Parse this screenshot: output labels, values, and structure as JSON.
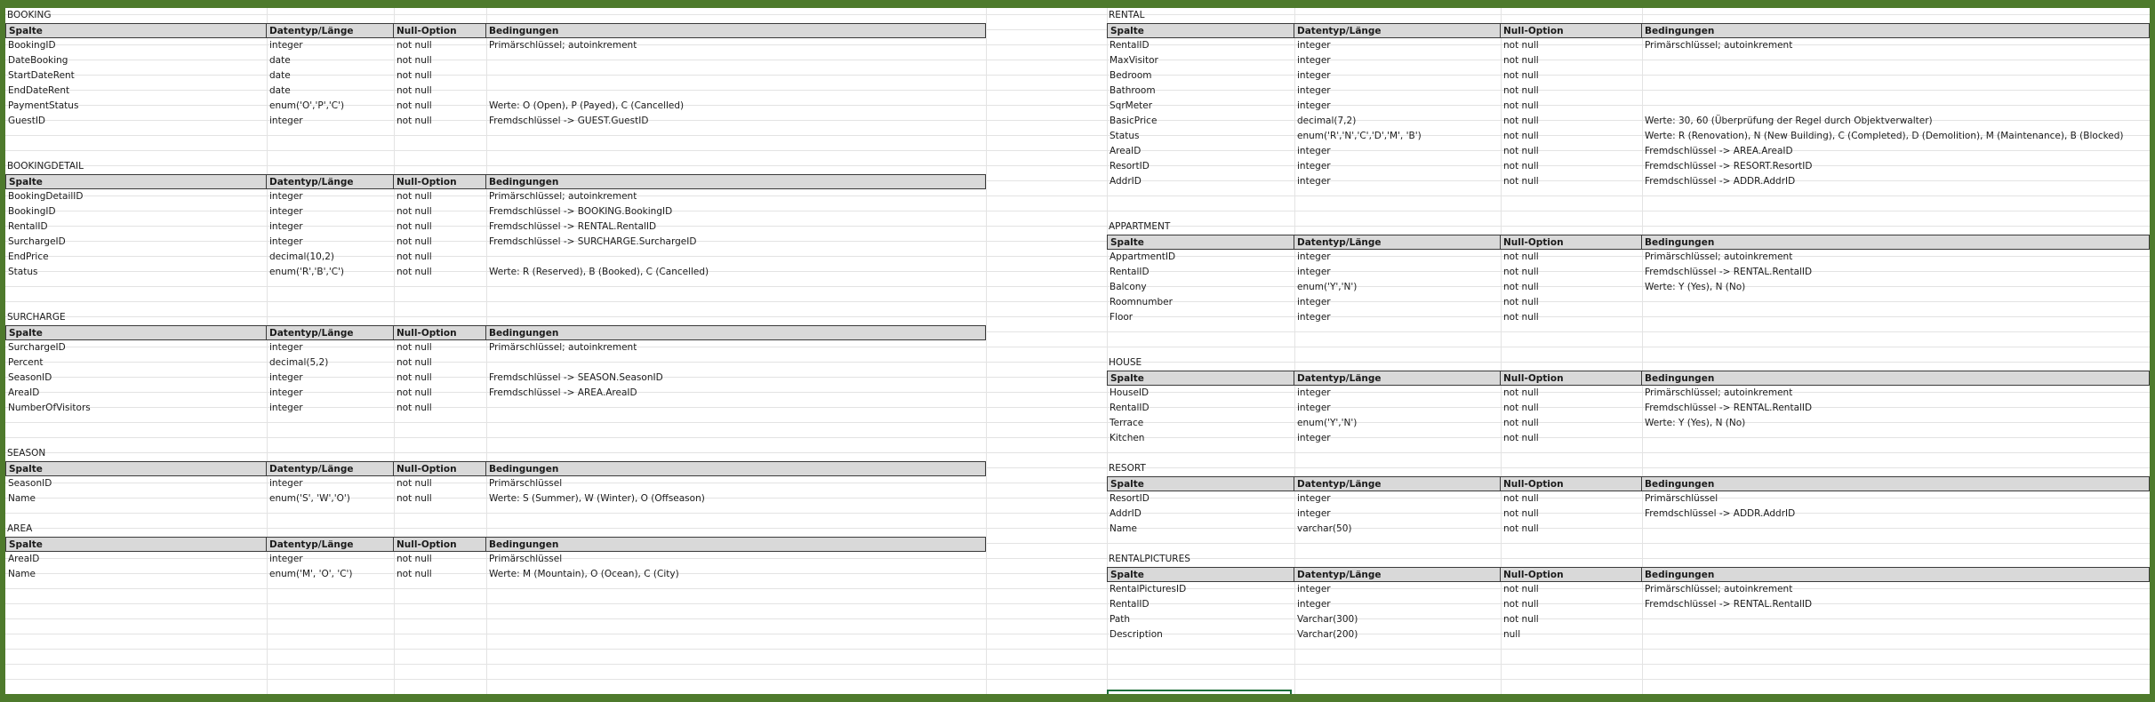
{
  "header": {
    "spalte": "Spalte",
    "datentyp": "Datentyp/Länge",
    "null_option": "Null-Option",
    "bedingungen": "Bedingungen"
  },
  "tables_left": [
    {
      "name": "BOOKING",
      "rows": [
        [
          "BookingID",
          "integer",
          "not null",
          "Primärschlüssel; autoinkrement"
        ],
        [
          "DateBooking",
          "date",
          "not null",
          ""
        ],
        [
          "StartDateRent",
          "date",
          "not null",
          ""
        ],
        [
          "EndDateRent",
          "date",
          "not null",
          ""
        ],
        [
          "PaymentStatus",
          "enum('O','P','C')",
          "not null",
          "Werte: O (Open), P (Payed), C (Cancelled)"
        ],
        [
          "GuestID",
          "integer",
          "not null",
          "Fremdschlüssel -> GUEST.GuestID"
        ]
      ]
    },
    {
      "name": "BOOKINGDETAIL",
      "rows": [
        [
          "BookingDetailID",
          "integer",
          "not null",
          "Primärschlüssel; autoinkrement"
        ],
        [
          "BookingID",
          "integer",
          "not null",
          "Fremdschlüssel -> BOOKING.BookingID"
        ],
        [
          "RentalID",
          "integer",
          "not null",
          "Fremdschlüssel -> RENTAL.RentalID"
        ],
        [
          "SurchargeID",
          "integer",
          "not null",
          "Fremdschlüssel -> SURCHARGE.SurchargeID"
        ],
        [
          "EndPrice",
          "decimal(10,2)",
          "not null",
          ""
        ],
        [
          "Status",
          "enum('R','B','C')",
          "not null",
          "Werte: R (Reserved), B (Booked), C (Cancelled)"
        ]
      ]
    },
    {
      "name": "SURCHARGE",
      "rows": [
        [
          "SurchargeID",
          "integer",
          "not null",
          "Primärschlüssel; autoinkrement"
        ],
        [
          "Percent",
          "decimal(5,2)",
          "not null",
          ""
        ],
        [
          "SeasonID",
          "integer",
          "not null",
          "Fremdschlüssel -> SEASON.SeasonID"
        ],
        [
          "AreaID",
          "integer",
          "not null",
          "Fremdschlüssel -> AREA.AreaID"
        ],
        [
          "NumberOfVisitors",
          "integer",
          "not null",
          ""
        ]
      ]
    },
    {
      "name": "SEASON",
      "rows": [
        [
          "SeasonID",
          "integer",
          "not null",
          "Primärschlüssel"
        ],
        [
          "Name",
          "enum('S', 'W','O')",
          "not null",
          "Werte: S (Summer), W (Winter), O (Offseason)"
        ]
      ]
    },
    {
      "name": "AREA",
      "rows": [
        [
          "AreaID",
          "integer",
          "not null",
          "Primärschlüssel"
        ],
        [
          "Name",
          "enum('M', 'O', 'C')",
          "not null",
          "Werte: M (Mountain), O (Ocean), C (City)"
        ]
      ]
    }
  ],
  "tables_right": [
    {
      "name": "RENTAL",
      "rows": [
        [
          "RentalID",
          "integer",
          "not null",
          "Primärschlüssel; autoinkrement"
        ],
        [
          "MaxVisitor",
          "integer",
          "not null",
          ""
        ],
        [
          "Bedroom",
          "integer",
          "not null",
          ""
        ],
        [
          "Bathroom",
          "integer",
          "not null",
          ""
        ],
        [
          "SqrMeter",
          "integer",
          "not null",
          ""
        ],
        [
          "BasicPrice",
          "decimal(7,2)",
          "not null",
          "Werte: 30, 60 (Überprüfung der Regel durch Objektverwalter)"
        ],
        [
          "Status",
          "enum('R','N','C','D','M', 'B')",
          "not null",
          "Werte: R (Renovation), N (New Building), C (Completed), D (Demolition), M (Maintenance), B (Blocked)"
        ],
        [
          "AreaID",
          "integer",
          "not null",
          "Fremdschlüssel -> AREA.AreaID"
        ],
        [
          "ResortID",
          "integer",
          "not null",
          "Fremdschlüssel -> RESORT.ResortID"
        ],
        [
          "AddrID",
          "integer",
          "not null",
          "Fremdschlüssel -> ADDR.AddrID"
        ]
      ]
    },
    {
      "name": "APPARTMENT",
      "rows": [
        [
          "AppartmentID",
          "integer",
          "not null",
          "Primärschlüssel; autoinkrement"
        ],
        [
          "RentalID",
          "integer",
          "not null",
          "Fremdschlüssel -> RENTAL.RentalID"
        ],
        [
          "Balcony",
          "enum('Y','N')",
          "not null",
          "Werte: Y (Yes), N (No)"
        ],
        [
          "Roomnumber",
          "integer",
          "not null",
          ""
        ],
        [
          "Floor",
          "integer",
          "not null",
          ""
        ]
      ]
    },
    {
      "name": "HOUSE",
      "rows": [
        [
          "HouseID",
          "integer",
          "not null",
          "Primärschlüssel; autoinkrement"
        ],
        [
          "RentalID",
          "integer",
          "not null",
          "Fremdschlüssel -> RENTAL.RentalID"
        ],
        [
          "Terrace",
          "enum('Y','N')",
          "not null",
          "Werte: Y (Yes), N (No)"
        ],
        [
          "Kitchen",
          "integer",
          "not null",
          ""
        ]
      ]
    },
    {
      "name": "RESORT",
      "rows": [
        [
          "ResortID",
          "integer",
          "not null",
          "Primärschlüssel"
        ],
        [
          "AddrID",
          "integer",
          "not null",
          "Fremdschlüssel -> ADDR.AddrID"
        ],
        [
          "Name",
          "varchar(50)",
          "not null",
          ""
        ]
      ]
    },
    {
      "name": "RENTALPICTURES",
      "rows": [
        [
          "RentalPicturesID",
          "integer",
          "not null",
          "Primärschlüssel; autoinkrement"
        ],
        [
          "RentalID",
          "integer",
          "not null",
          "Fremdschlüssel -> RENTAL.RentalID"
        ],
        [
          "Path",
          "Varchar(300)",
          "not null",
          ""
        ],
        [
          "Description",
          "Varchar(200)",
          "null",
          ""
        ]
      ]
    }
  ],
  "colors": {
    "frame": "#4e7a2c",
    "header_fill": "#d9d9d9",
    "grid": "#e3e3e3",
    "selection": "#1e6e3a"
  }
}
